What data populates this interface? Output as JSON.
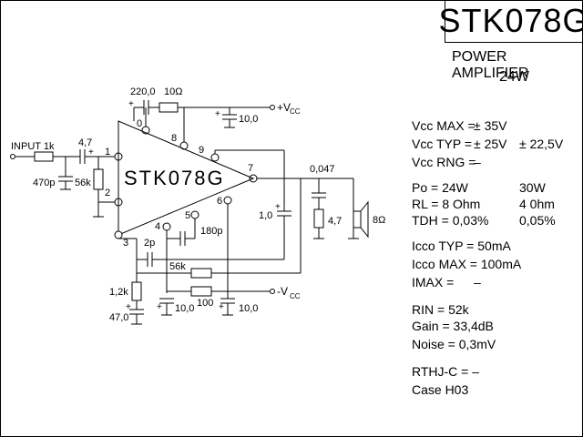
{
  "title": "STK078G",
  "subtitle": "POWER AMPLIFIER",
  "power_rating": "24W",
  "ic_label": "STK078G",
  "components": {
    "c_top": "220,0",
    "r_top": "10Ω",
    "c_vcc": "10,0",
    "vcc_label": "+V",
    "vcc_sub": "CC",
    "input_label": "INPUT 1k",
    "c_in": "4,7",
    "c_in_gnd": "470p",
    "r_in_bias": "56k",
    "c_out": "0,047",
    "c_out2": "4,7",
    "c_fb": "1,0",
    "speaker": "8Ω",
    "c_180p": "180p",
    "c_2p": "2p",
    "r_56k_fb": "56k",
    "r_1k2": "1,2k",
    "c_47": "47,0",
    "c_bot1": "10,0",
    "r_100": "100",
    "c_bot2": "10,0",
    "vee_label": "-V",
    "vee_sub": "CC"
  },
  "pins": [
    "0",
    "1",
    "2",
    "3",
    "4",
    "5",
    "6",
    "7",
    "8",
    "9"
  ],
  "specs": [
    {
      "label": "Vcc MAX =",
      "v1": "± 35V",
      "v2": ""
    },
    {
      "label": "Vcc TYP =",
      "v1": "± 25V",
      "v2": "± 22,5V"
    },
    {
      "label": "Vcc RNG =",
      "v1": "–",
      "v2": ""
    },
    {
      "label": "Po = 24W",
      "v1": "",
      "v2": "30W"
    },
    {
      "label": "RL = 8 Ohm",
      "v1": "",
      "v2": "4 0hm"
    },
    {
      "label": "TDH = 0,03%",
      "v1": "",
      "v2": "0,05%"
    },
    {
      "label": "Icco TYP = 50mA",
      "v1": "",
      "v2": ""
    },
    {
      "label": "Icco MAX = 100mA",
      "v1": "",
      "v2": ""
    },
    {
      "label": "IMAX =",
      "v1": "–",
      "v2": ""
    },
    {
      "label": "RIN = 52k",
      "v1": "",
      "v2": ""
    },
    {
      "label": "Gain = 33,4dB",
      "v1": "",
      "v2": ""
    },
    {
      "label": "Noise = 0,3mV",
      "v1": "",
      "v2": ""
    },
    {
      "label": "RTHJ-C = –",
      "v1": "",
      "v2": ""
    },
    {
      "label": "Case   H03",
      "v1": "",
      "v2": ""
    }
  ]
}
